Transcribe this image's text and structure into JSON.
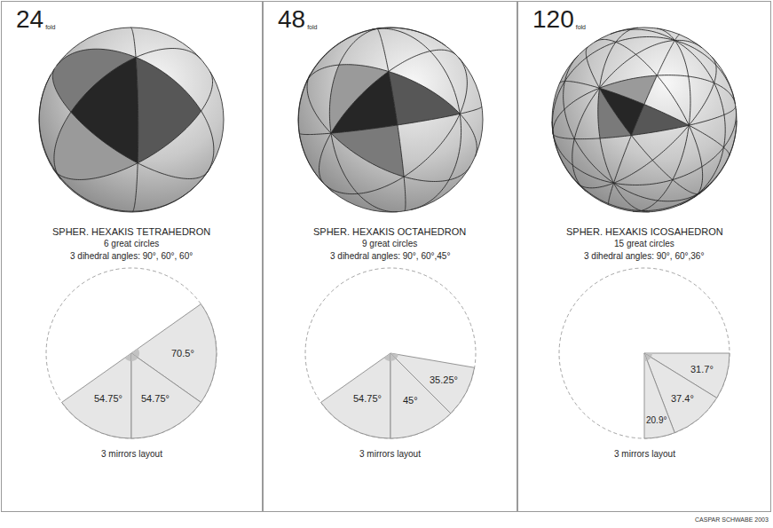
{
  "diagram": {
    "nodes": [
      {
        "text": [
          "24",
          "fold",
          "SPHER. HEXAKIS TETRAHEDRON",
          "6 great circles",
          "3 dihedral angles: 90°, 60°, 60°",
          "3 mirrors layout"
        ]
      },
      {
        "text": [
          "70.5°"
        ],
        "in": 0
      },
      {
        "text": [
          "54.75°"
        ],
        "in": 0
      },
      {
        "text": [
          "54.75°"
        ],
        "in": 0
      },
      {
        "text": [
          "48",
          "fold",
          "SPHER. HEXAKIS OCTAHEDRON",
          "9 great circles",
          "3 dihedral angles: 90°, 60°,45°",
          "3 mirrors layout"
        ]
      },
      {
        "text": [
          "35.25°"
        ],
        "in": 4
      },
      {
        "text": [
          "54.75°"
        ],
        "in": 4
      },
      {
        "text": [
          "45°"
        ],
        "in": 4
      },
      {
        "text": [
          "120",
          "fold",
          "SPHER. HEXAKIS ICOSAHEDRON",
          "15 great circles",
          "3 dihedral angles: 90°, 60°,36°",
          "3 mirrors layout"
        ]
      },
      {
        "text": [
          "31.7°"
        ],
        "in": 8
      },
      {
        "text": [
          "37.4°"
        ],
        "in": 8
      },
      {
        "text": [
          "20.9°"
        ],
        "in": 8
      }
    ],
    "labels": [
      "CASPAR SCHWABE 2003"
    ]
  }
}
